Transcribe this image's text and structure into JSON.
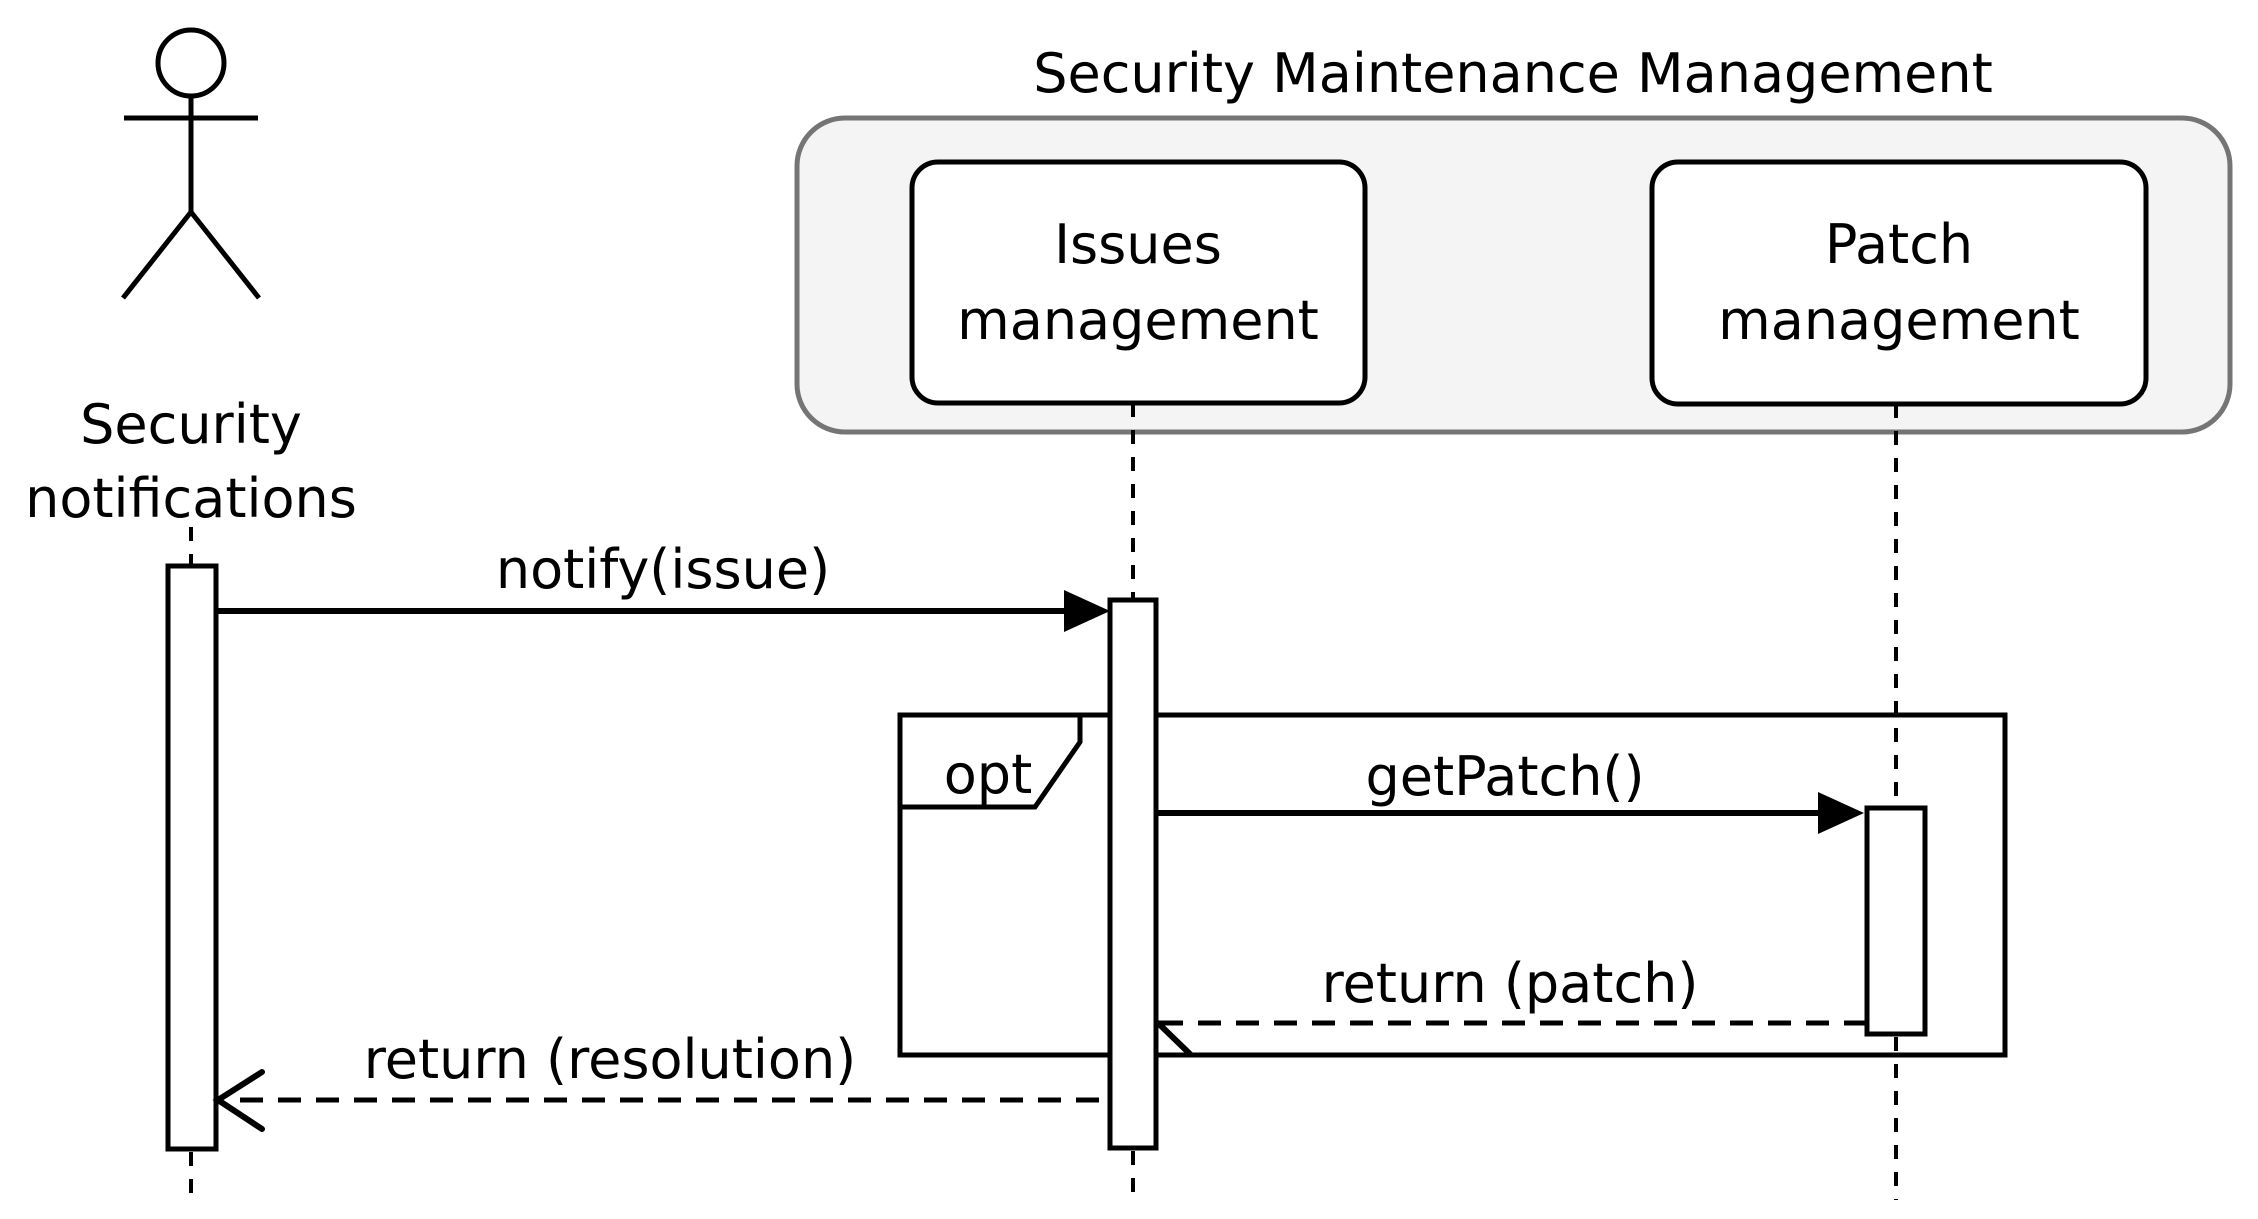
{
  "diagram": {
    "type": "uml-sequence-diagram",
    "actor": {
      "name": "Security notifications",
      "label_line1": "Security",
      "label_line2": "notifications"
    },
    "system_frame": {
      "title": "Security Maintenance Management",
      "participants": [
        {
          "name": "Issues management",
          "label_line1": "Issues",
          "label_line2": "management"
        },
        {
          "name": "Patch management",
          "label_line1": "Patch",
          "label_line2": "management"
        }
      ]
    },
    "fragment": {
      "operator": "opt"
    },
    "messages": [
      {
        "label": "notify(issue)",
        "from": "Security notifications",
        "to": "Issues management",
        "kind": "sync-solid-filled-arrow"
      },
      {
        "label": "getPatch()",
        "from": "Issues management",
        "to": "Patch management",
        "kind": "sync-solid-filled-arrow"
      },
      {
        "label": "return (patch)",
        "from": "Patch management",
        "to": "Issues management",
        "kind": "return-dashed-open-arrow"
      },
      {
        "label": "return (resolution)",
        "from": "Issues management",
        "to": "Security notifications",
        "kind": "return-dashed-open-arrow"
      }
    ],
    "colors": {
      "frame_fill": "#f4f4f4",
      "frame_stroke": "#757575",
      "line": "#000000",
      "participant_fill": "#ffffff"
    }
  }
}
